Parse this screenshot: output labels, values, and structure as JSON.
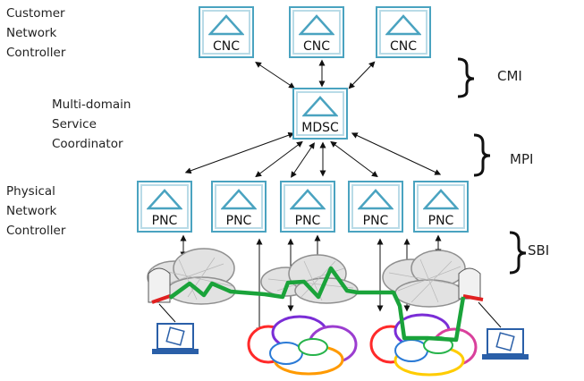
{
  "side_labels": {
    "cnc": "Customer\nNetwork\nController",
    "mdsc": "Multi-domain\nService\nCoordinator",
    "pnc": "Physical\nNetwork\nController"
  },
  "interfaces": {
    "cmi": "CMI",
    "mpi": "MPI",
    "sbi": "SBI"
  },
  "cnc_boxes": [
    "CNC",
    "CNC",
    "CNC"
  ],
  "mdsc_box": "MDSC",
  "pnc_boxes": [
    "PNC",
    "PNC",
    "PNC",
    "PNC",
    "PNC"
  ],
  "colors": {
    "box_border": "#4aa3c0",
    "path": "#1aa33a",
    "cloud": "#9a9a9a",
    "laptop": "#2a5fa8"
  }
}
